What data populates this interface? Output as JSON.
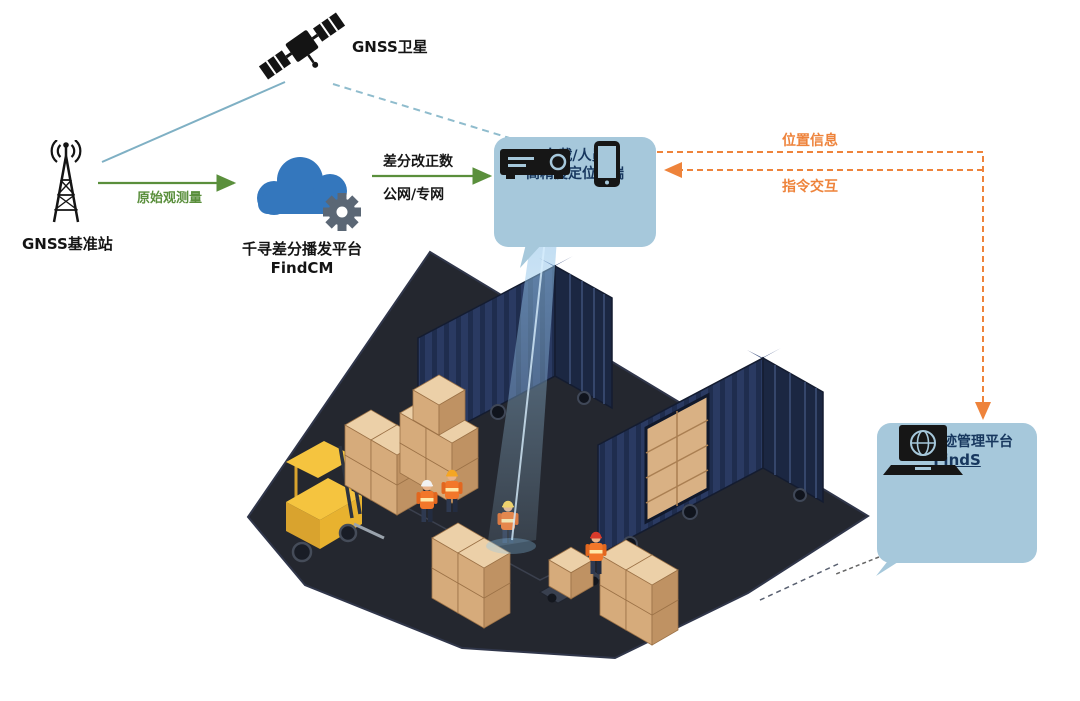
{
  "diagram": {
    "satellite": {
      "label": "GNSS卫星"
    },
    "base_station": {
      "label": "GNSS基准站"
    },
    "cloud_platform": {
      "title": "千寻差分播发平台",
      "name": "FindCM"
    },
    "links": {
      "raw_observation": "原始观测量",
      "correction_line1": "差分改正数",
      "correction_line2": "公网/专网",
      "position_info": "位置信息",
      "command_interaction": "指令交互"
    },
    "terminal": {
      "line1": "车载/人员",
      "line2": "高精度定位终端"
    },
    "management_platform": {
      "title": "位置轨迹管理平台",
      "name": "FindS"
    }
  },
  "icons": [
    "gnss-satellite-icon",
    "base-station-antenna-icon",
    "cloud-icon",
    "gear-icon",
    "vehicle-terminal-receiver-icon",
    "smartphone-icon",
    "laptop-globe-icon"
  ],
  "colors": {
    "bubble_bg": "#a6c8db",
    "navy_text": "#17375e",
    "green": "#5a8f3c",
    "orange": "#ee833b",
    "teal": "#7fb0c4",
    "teal_dashed": "#8fbccd",
    "cloud_blue": "#3477bd",
    "gear_gray": "#5b6775"
  }
}
